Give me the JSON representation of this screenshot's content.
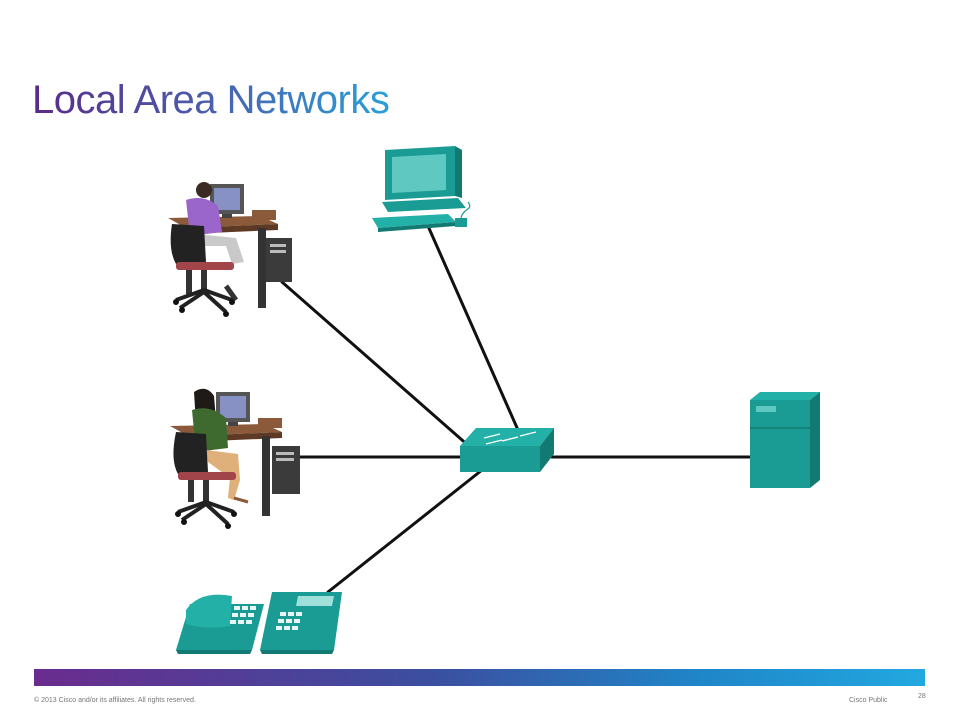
{
  "slide": {
    "title": "Local Area Networks",
    "footer_copyright": "© 2013 Cisco and/or its affiliates. All rights reserved.",
    "footer_classification": "Cisco Public",
    "page_number": "28"
  },
  "diagram": {
    "nodes": [
      {
        "id": "workstation-man",
        "kind": "user-workstation"
      },
      {
        "id": "workstation-woman",
        "kind": "user-workstation"
      },
      {
        "id": "desktop-pc",
        "kind": "pc"
      },
      {
        "id": "switch",
        "kind": "switch"
      },
      {
        "id": "server",
        "kind": "server"
      },
      {
        "id": "ip-phones",
        "kind": "ip-phone"
      }
    ],
    "links": [
      [
        "workstation-man",
        "switch"
      ],
      [
        "workstation-woman",
        "switch"
      ],
      [
        "desktop-pc",
        "switch"
      ],
      [
        "ip-phones",
        "switch"
      ],
      [
        "switch",
        "server"
      ]
    ],
    "colors": {
      "device_teal": "#1a9c94",
      "device_teal_dark": "#127a73",
      "link": "#111111",
      "accent_purple": "#5b2a86",
      "accent_blue": "#22a8e0"
    }
  }
}
